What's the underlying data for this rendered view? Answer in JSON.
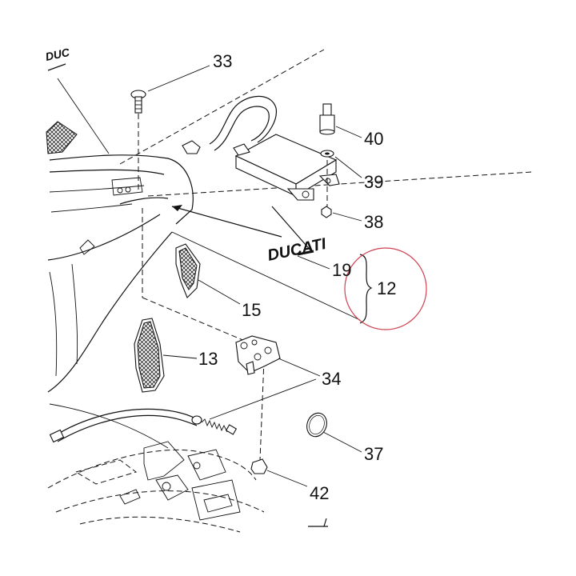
{
  "diagram": {
    "callouts": {
      "p33": "33",
      "p40": "40",
      "p39": "39",
      "p38": "38",
      "p19": "19",
      "p12": "12",
      "p15": "15",
      "p13": "13",
      "p34": "34",
      "p37": "37",
      "p42": "42"
    },
    "decal_text": "DUCATI",
    "highlight_color": "#d04050"
  }
}
